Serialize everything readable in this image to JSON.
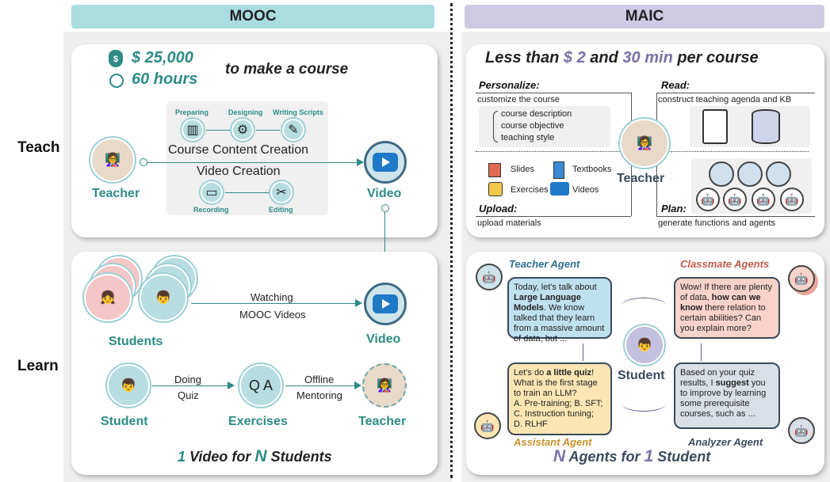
{
  "headers": {
    "left": "MOOC",
    "right": "MAIC"
  },
  "rows": {
    "teach": "Teach",
    "learn": "Learn"
  },
  "mooc": {
    "cost_amount": "$ 25,000",
    "cost_hours": "60 hours",
    "cost_suffix": "to make a course",
    "steps": {
      "preparing": "Preparing",
      "designing": "Designing",
      "writing": "Writing Scripts",
      "recording": "Recording",
      "editing": "Editing"
    },
    "content_creation": "Course Content Creation",
    "video_creation": "Video Creation",
    "teacher": "Teacher",
    "video": "Video",
    "students": "Students",
    "watching_1": "Watching",
    "watching_2": "MOOC Videos",
    "video2": "Video",
    "student": "Student",
    "doing_1": "Doing",
    "doing_2": "Quiz",
    "exercises": "Exercises",
    "offline_1": "Offline",
    "offline_2": "Mentoring",
    "teacher2": "Teacher",
    "tagline_num1": "1",
    "tagline_mid": "Video for",
    "tagline_n": "N",
    "tagline_end": "Students"
  },
  "maic": {
    "headline_1": "Less than",
    "headline_amt": "$ 2",
    "headline_2": "and",
    "headline_time": "30 min",
    "headline_3": "per course",
    "personalize_title": "Personalize:",
    "personalize_text": "customize the course",
    "personalize_items": [
      "course description",
      "course objective",
      "teaching style"
    ],
    "read_title": "Read:",
    "read_text": "construct teaching agenda and KB",
    "teacher": "Teacher",
    "materials": {
      "slides": "Slides",
      "textbooks": "Textbooks",
      "exercises": "Exercises",
      "videos": "Videos"
    },
    "upload_title": "Upload:",
    "upload_text": "upload materials",
    "plan_title": "Plan:",
    "plan_text": "generate functions and agents",
    "teacher_agent": "Teacher Agent",
    "classmate_agents": "Classmate Agents",
    "assistant_agent": "Assistant Agent",
    "analyzer_agent": "Analyzer Agent",
    "student": "Student",
    "teacher_bubble": {
      "a": "Today, let's talk about ",
      "b": "Large Language Models",
      "c": ". We know talked that they learn from a massive amount of data, but ..."
    },
    "classmate_bubble": {
      "a": "Wow! If there are plenty of data, ",
      "b": "how can we know",
      "c": " there relation to certain abilities? Can you explain more?"
    },
    "assistant_bubble": {
      "a": "Let's do ",
      "b": "a little quiz",
      "c": "! What is the first stage to train an LLM?",
      "d": "A. Pre-training;  B. SFT;",
      "e": "C. Instruction tuning;",
      "f": "D. RLHF"
    },
    "analyzer_bubble": {
      "a": "Based on your quiz results, I ",
      "b": "suggest",
      "c": " you to improve by learning some prerequisite courses, such as ..."
    },
    "tagline_n": "N",
    "tagline_mid": "Agents for",
    "tagline_num1": "1",
    "tagline_end": "Student"
  },
  "colors": {
    "mooc_header": "#a9dde0",
    "maic_header": "#cfcae3",
    "teal": "#2e8b86",
    "lavender": "#7c6fa6",
    "teacher_bubble": "#bfe0ef",
    "classmate_bubble": "#f9d3c9",
    "assistant_bubble": "#fbe6b3",
    "analyzer_bubble": "#d9dfe6"
  }
}
